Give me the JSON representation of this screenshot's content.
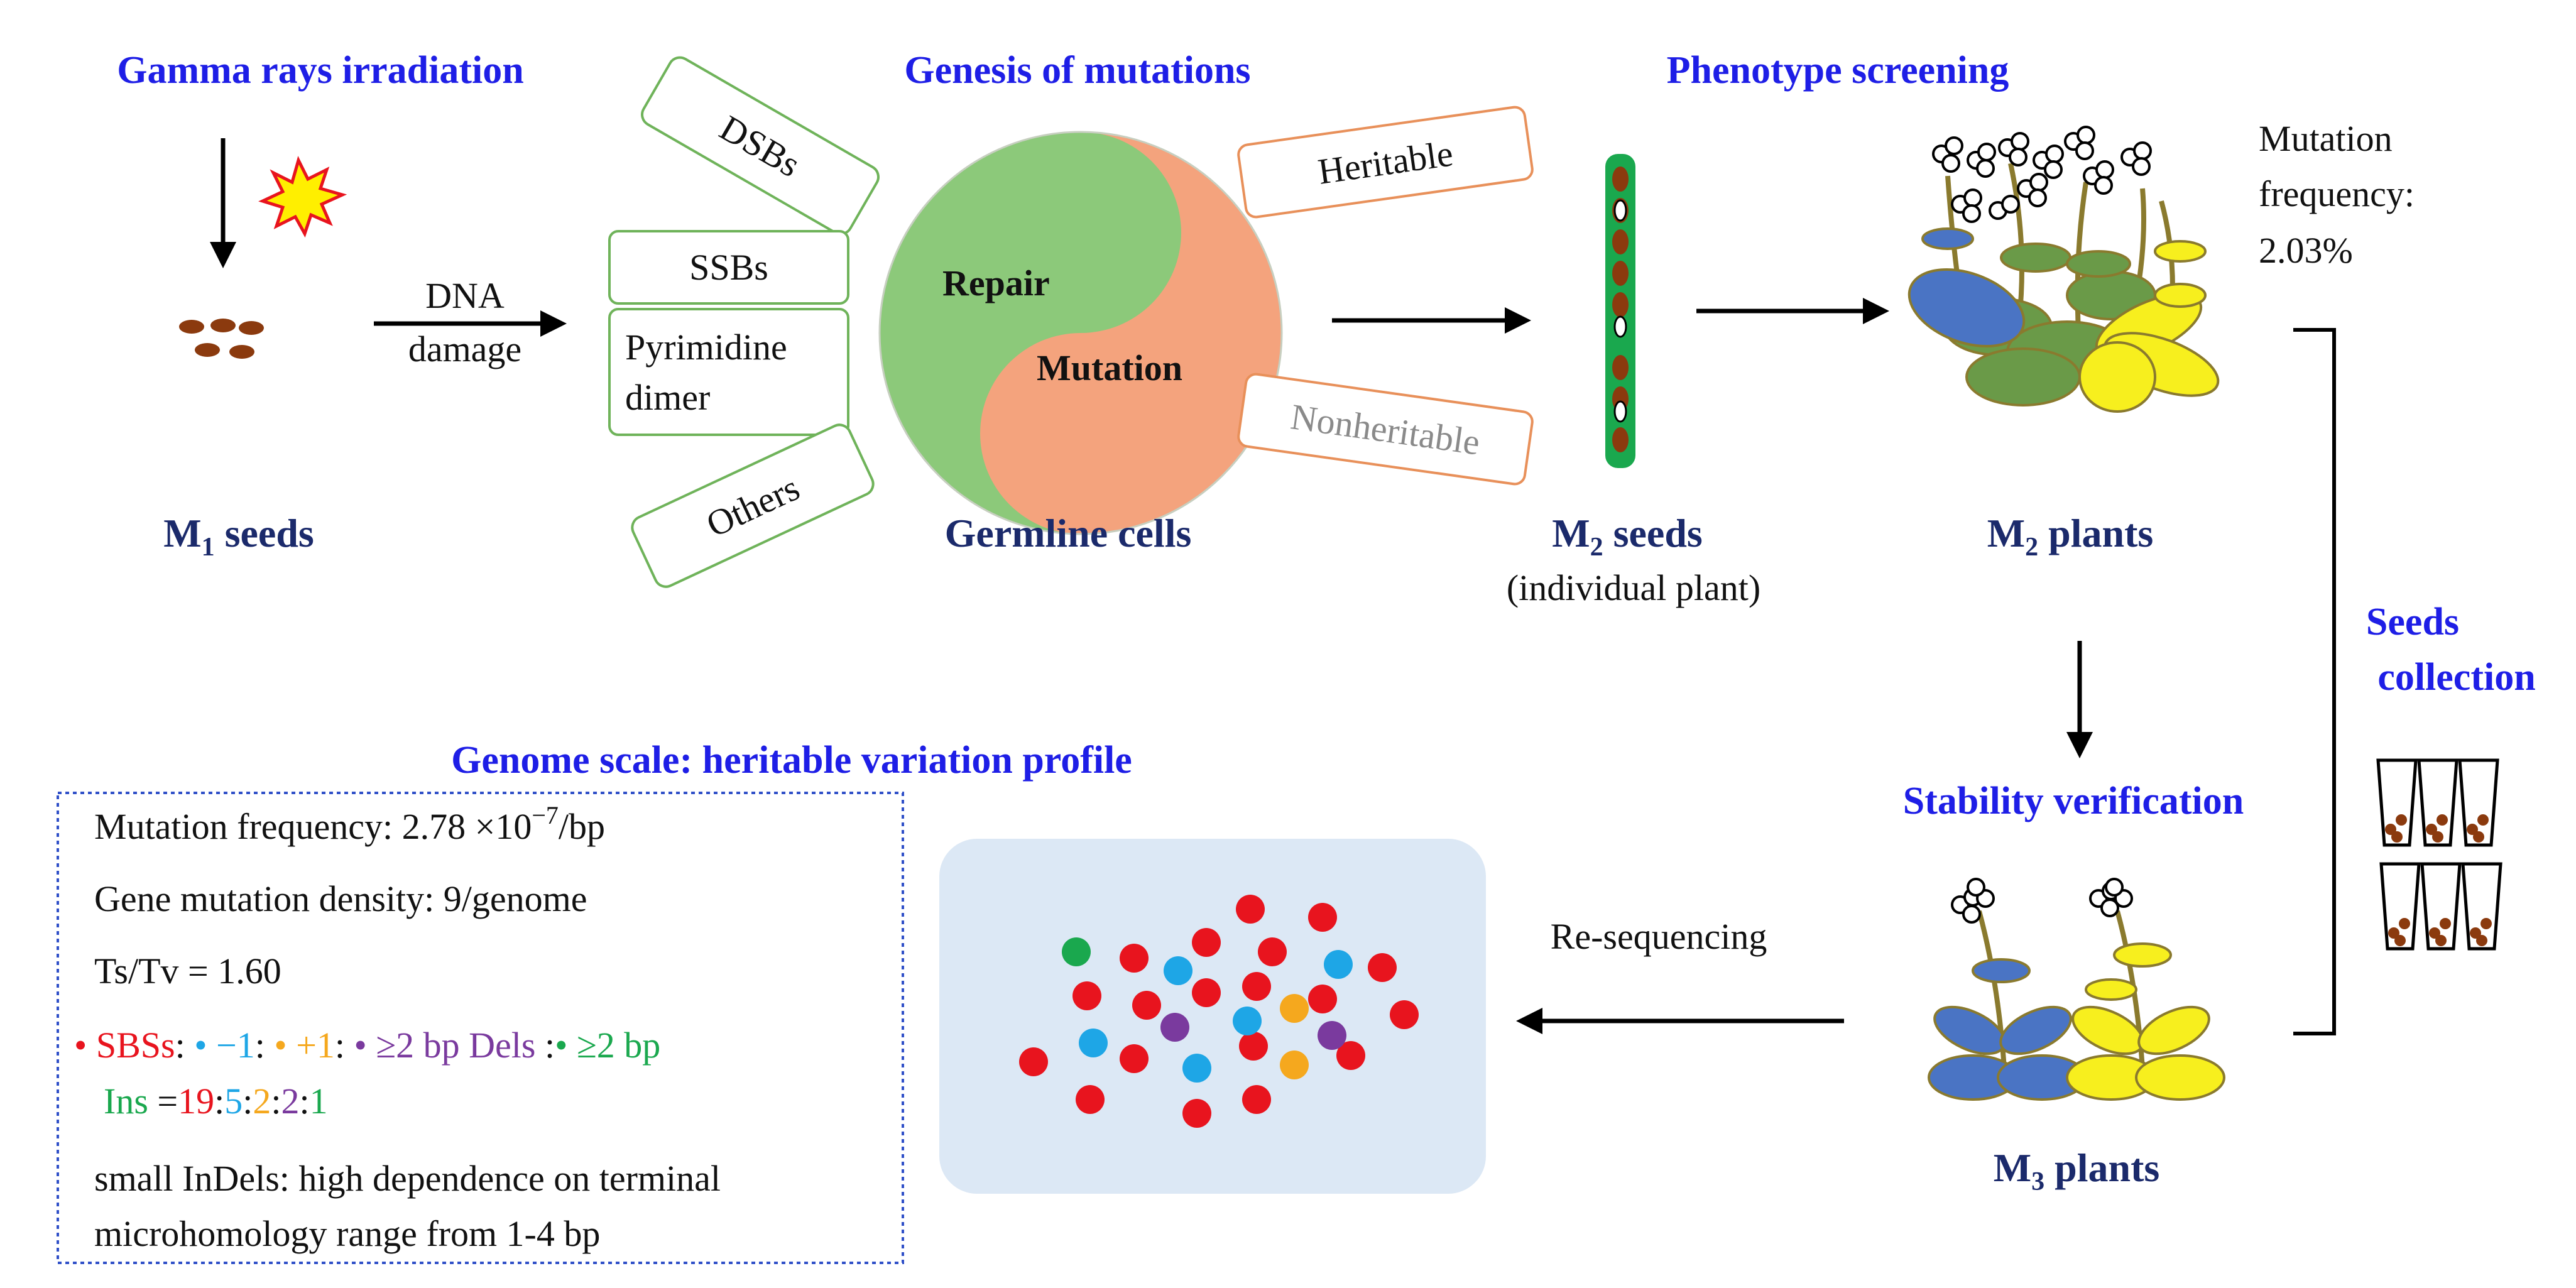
{
  "headings": {
    "gamma": "Gamma rays irradiation",
    "genesis": "Genesis of mutations",
    "phenotype": "Phenotype screening",
    "genome": "Genome scale: heritable variation profile",
    "stability": "Stability verification",
    "seeds_collection_1": "Seeds",
    "seeds_collection_2": "collection"
  },
  "labels": {
    "m1_pre": "M",
    "m1_sub": "1",
    "m1_post": " seeds",
    "germline": "Germline cells",
    "m2s_pre": "M",
    "m2s_sub": "2",
    "m2s_post": " seeds",
    "m2s_sub2": "(individual plant)",
    "m2p_pre": "M",
    "m2p_sub": "2",
    "m2p_post": " plants",
    "m3p_pre": "M",
    "m3p_sub": "3",
    "m3p_post": " plants",
    "dna1": "DNA",
    "dna2": "damage",
    "resequencing": "Re-sequencing",
    "mutfreq1": "Mutation",
    "mutfreq2": "frequency:",
    "mutfreq3": "2.03%"
  },
  "damage_types": {
    "dsbs": "DSBs",
    "ssbs": "SSBs",
    "pyr1": "Pyrimidine",
    "pyr2": "dimer",
    "others": "Others"
  },
  "yinyang": {
    "repair": "Repair",
    "mutation": "Mutation"
  },
  "outcomes": {
    "heritable": "Heritable",
    "nonheritable": "Nonheritable"
  },
  "profile": {
    "line1_a": "Mutation frequency:  2.78 ×10",
    "line1_sup": "−7",
    "line1_b": "/bp",
    "line2": "Gene mutation density: 9/genome",
    "line3": "Ts/Tv = 1.60",
    "l4_bullet1": "• ",
    "l4_sbs": "SBSs",
    "l4_c1": ": ",
    "l4_bullet2": "• ",
    "l4_m1": "−1",
    "l4_c2": ": ",
    "l4_bullet3": "• ",
    "l4_p1": "+1",
    "l4_c3": ": ",
    "l4_bullet4": "• ",
    "l4_dels": "≥2 bp Dels",
    "l4_c4": " :",
    "l4_bullet5": "• ",
    "l4_ins": "≥2 bp",
    "l5_ins": "Ins",
    "l5_eq": " =",
    "l5_r1": "19",
    "l5_s1": ":",
    "l5_r2": "5",
    "l5_s2": ":",
    "l5_r3": "2",
    "l5_s3": ":",
    "l5_r4": "2",
    "l5_s4": ":",
    "l5_r5": "1",
    "line6": "small InDels: high dependence on terminal",
    "line7": "microhomology range from 1-4 bp"
  },
  "colors": {
    "heading_blue": "#1e1ee6",
    "label_navy": "#1b2a6b",
    "sbs_red": "#e8141e",
    "del1_cyan": "#1ea6e6",
    "ins1_orange": "#f5a81e",
    "dels_purple": "#7a3a9e",
    "ins_green": "#1aa84e",
    "repair_green": "#8cc97a",
    "mutation_salmon": "#f4a37d",
    "panel_bg": "#dce8f5",
    "leaf_blue": "#4a74c4",
    "leaf_yellow": "#f7ef1e",
    "leaf_green": "#6a9a48",
    "seed_brown": "#8b3a0e"
  }
}
